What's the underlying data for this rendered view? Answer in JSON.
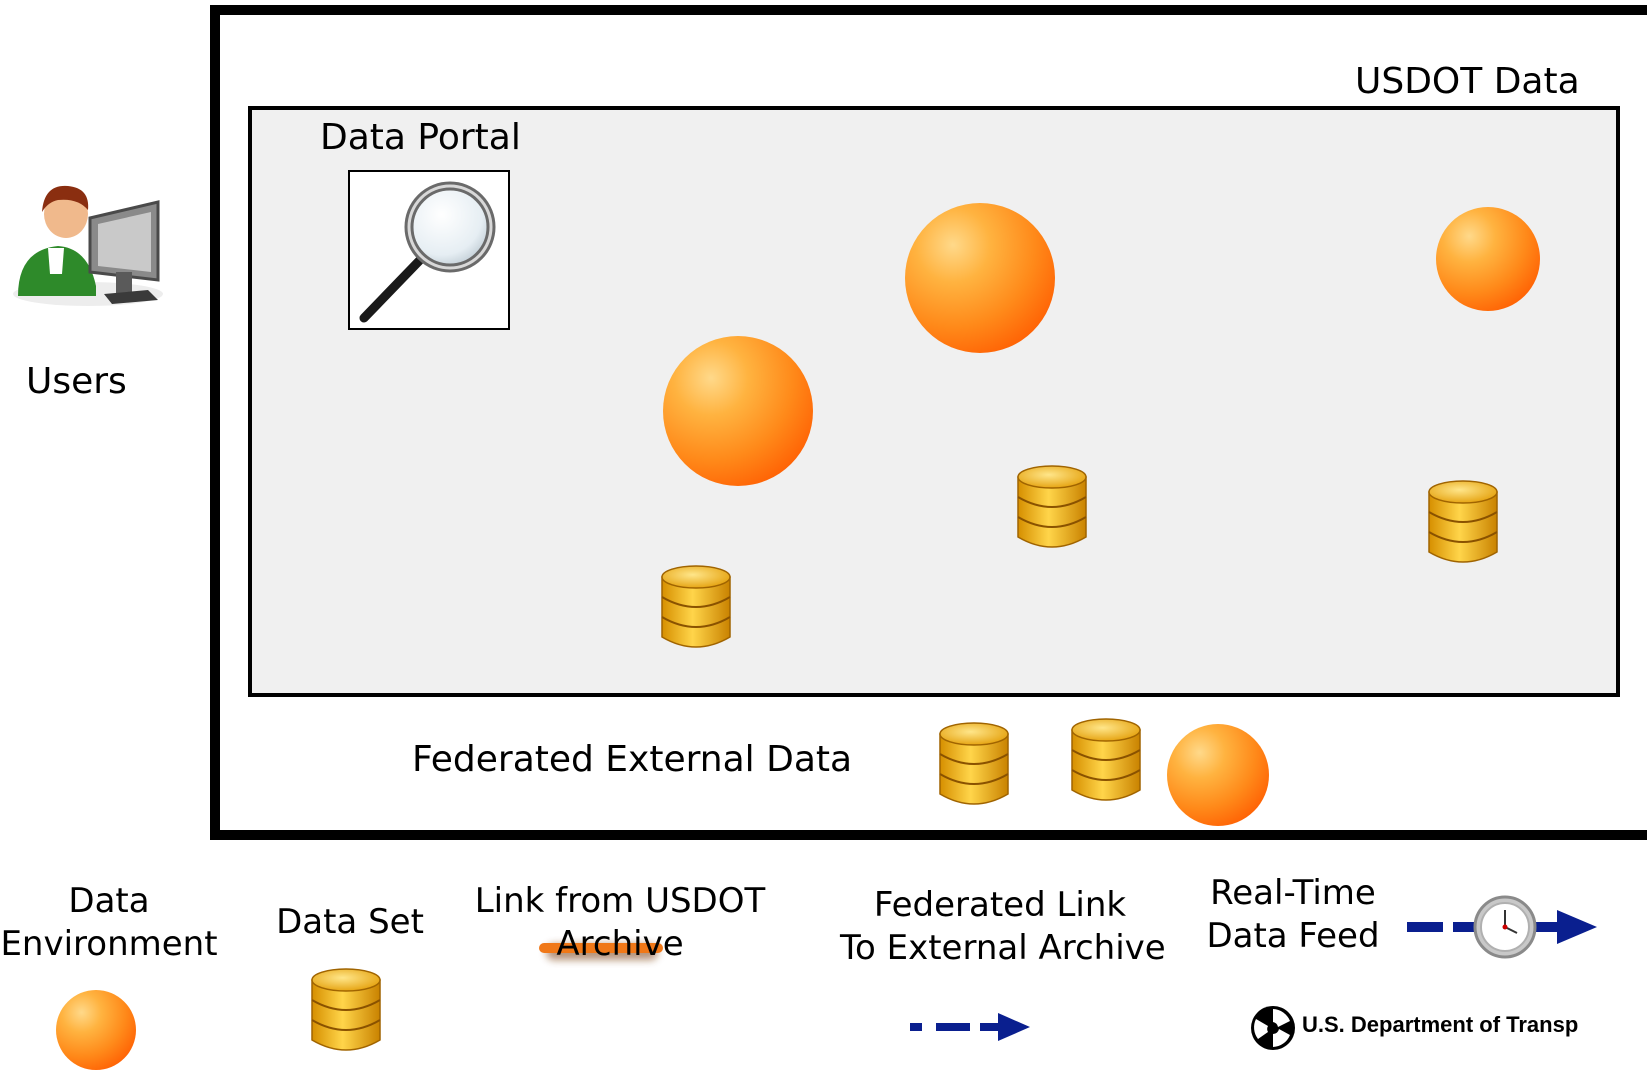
{
  "labels": {
    "usdot_data": "USDOT Data",
    "data_portal": "Data Portal",
    "users": "Users",
    "federated_external_data": "Federated External Data"
  },
  "legend": {
    "data_environment": [
      "Data",
      "Environment"
    ],
    "data_set": "Data Set",
    "link_from_usdot_archive": [
      "Link from USDOT",
      "Archive"
    ],
    "federated_link": [
      "Federated Link",
      "To External Archive"
    ],
    "real_time_data_feed": [
      "Real-Time",
      "Data Feed"
    ]
  },
  "footer": {
    "brand": "U.S. Department of Transp"
  },
  "colors": {
    "sphere": "#ff7a10",
    "database": "#f2b400",
    "arrow_blue": "#0a1f8f",
    "link_orange": "#f07818"
  }
}
